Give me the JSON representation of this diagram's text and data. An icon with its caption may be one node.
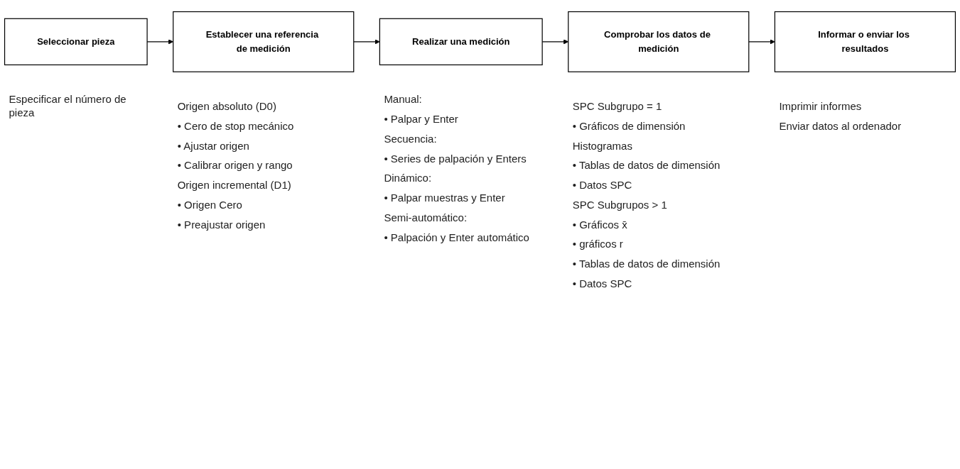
{
  "diagram": {
    "nodes": [
      {
        "text": [
          "Seleccionar pieza"
        ],
        "beside": [
          "Especificar el número de pieza"
        ]
      },
      {
        "text": [
          "Establecer una referencia de medición"
        ],
        "beside": [
          "Origen absoluto (D0)",
          "• Cero de stop mecánico",
          "• Ajustar origen",
          "• Calibrar origen y rango",
          "Origen incremental (D1)",
          "• Origen Cero",
          "• Preajustar origen"
        ]
      },
      {
        "text": [
          "Realizar una medición"
        ],
        "beside": [
          "Manual:",
          "• Palpar y Enter",
          "Secuencia:",
          "• Series de palpación y Enters",
          "Dinámico:",
          "• Palpar muestras y Enter",
          "Semi-automático:",
          "• Palpación y Enter automático"
        ]
      },
      {
        "text": [
          "Comprobar los datos de medición"
        ],
        "beside": [
          "SPC Subgrupo = 1",
          "• Gráficos de dimensión",
          "Histogramas",
          "• Tablas de datos de dimensión",
          "• Datos SPC",
          "SPC Subgrupos > 1",
          "• Gráficos x̄",
          "• gráficos r",
          "• Tablas de datos de dimensión",
          "• Datos SPC"
        ]
      },
      {
        "text": [
          "Informar o enviar los resultados"
        ],
        "beside": [
          "Imprimir informes",
          "Enviar datos al ordenador"
        ]
      }
    ],
    "edges": [
      {
        "from": 0,
        "to": 1,
        "arrow": "to"
      },
      {
        "from": 1,
        "to": 2,
        "arrow": "to"
      },
      {
        "from": 2,
        "to": 3,
        "arrow": "to"
      },
      {
        "from": 3,
        "to": 4,
        "arrow": "to"
      }
    ]
  }
}
